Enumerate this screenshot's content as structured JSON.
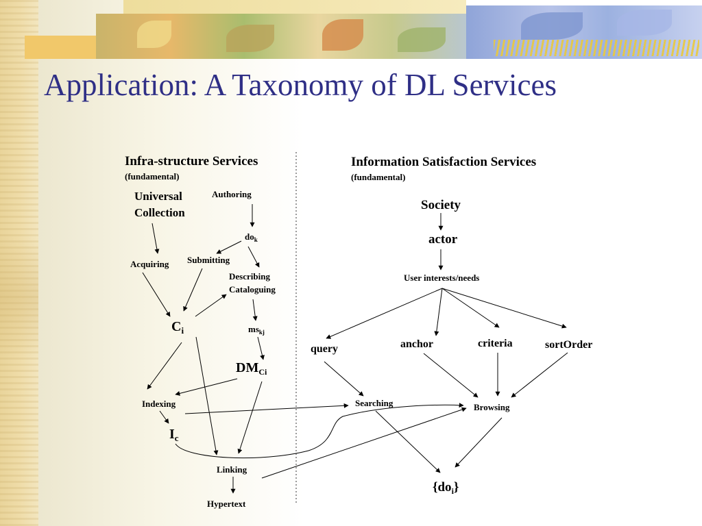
{
  "slide": {
    "title": "Application: A Taxonomy of DL Services"
  },
  "sections": {
    "left": {
      "heading": "Infra-structure Services",
      "subheading": "(fundamental)"
    },
    "right": {
      "heading": "Information Satisfaction Services",
      "subheading": "(fundamental)"
    }
  },
  "nodes": {
    "universal_1": "Universal",
    "universal_2": "Collection",
    "authoring": "Authoring",
    "do_k_base": "do",
    "do_k_sub": "k",
    "acquiring": "Acquiring",
    "submitting": "Submitting",
    "describing": "Describing",
    "cataloguing": "Cataloguing",
    "c_i_base": "C",
    "c_i_sub": "i",
    "ms_kj_base": "ms",
    "ms_kj_sub": "kj",
    "dm_ci_base": "DM",
    "dm_ci_sub": "Ci",
    "indexing": "Indexing",
    "i_c_base": "I",
    "i_c_sub": "c",
    "linking": "Linking",
    "hypertext": "Hypertext",
    "society": "Society",
    "actor": "actor",
    "user_interests": "User interests/needs",
    "query": "query",
    "anchor": "anchor",
    "criteria": "criteria",
    "sort_order": "sortOrder",
    "searching": "Searching",
    "browsing": "Browsing",
    "do_i_open": "{do",
    "do_i_sub": "i",
    "do_i_close": "}"
  },
  "colors": {
    "title": "#2f2f86",
    "text": "#000000",
    "divider": "#333333"
  }
}
